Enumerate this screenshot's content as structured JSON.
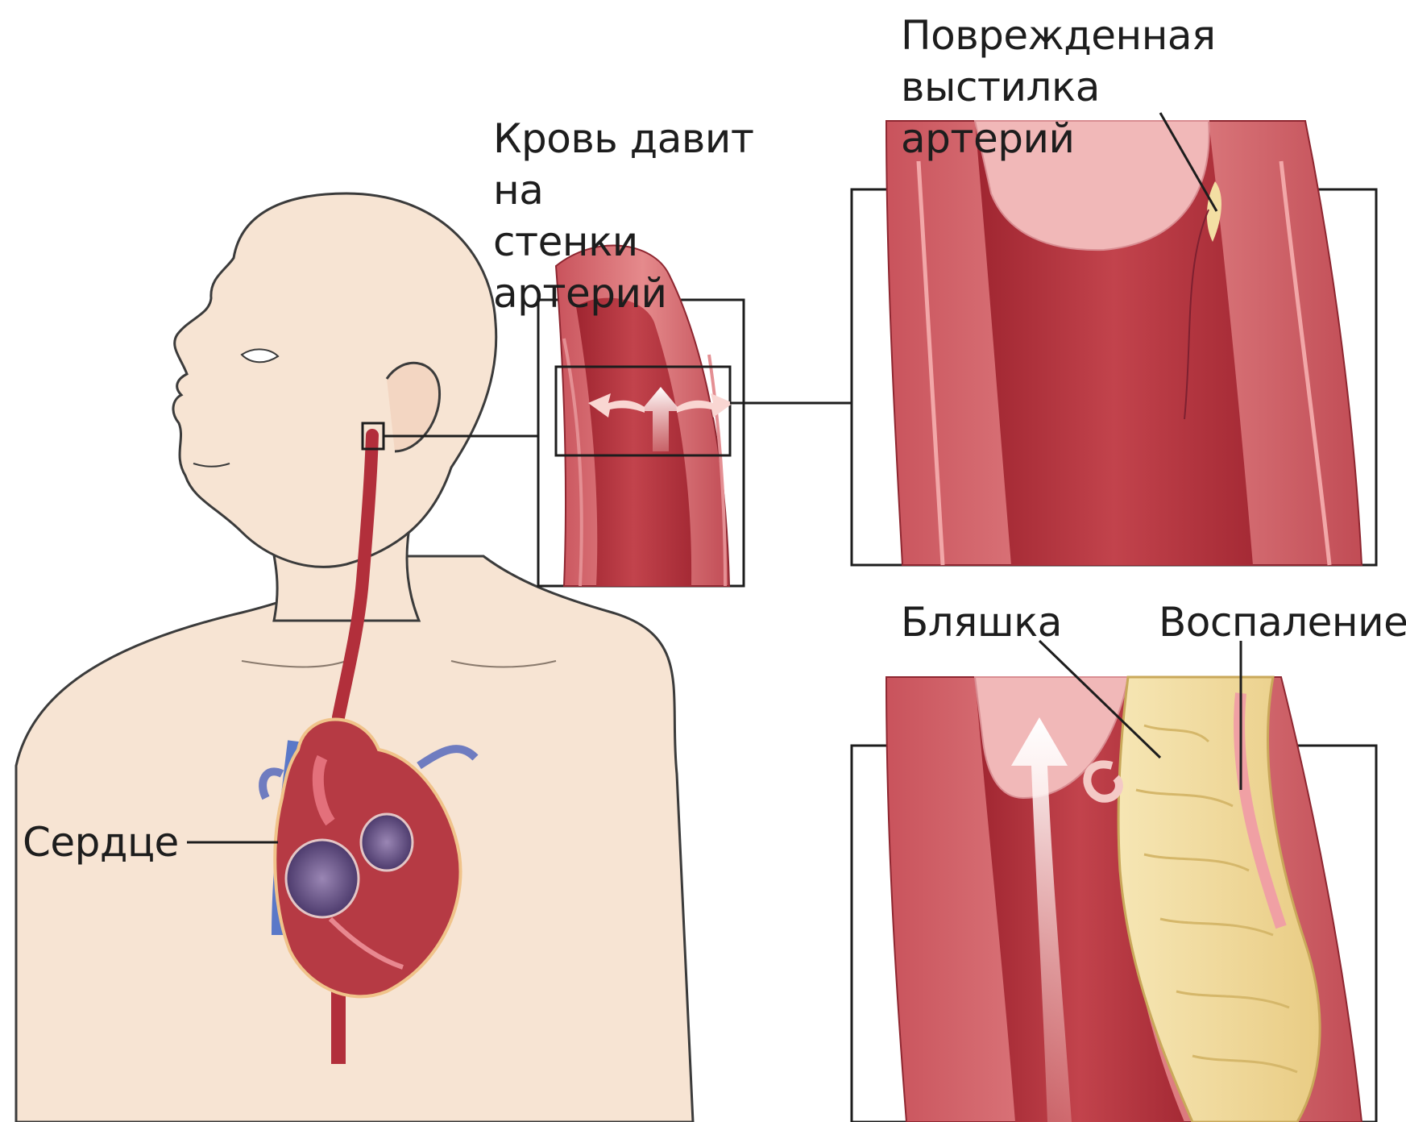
{
  "labels": {
    "heart": "Сердце",
    "blood_pressure": [
      "Кровь давит на",
      "стенки артерий"
    ],
    "damaged_lining": [
      "Поврежденная",
      "выстилка артерий"
    ],
    "plaque": "Бляшка",
    "inflammation": "Воспаление"
  },
  "colors": {
    "skin": "#f7e4d3",
    "skin_outline": "#3b3b3b",
    "artery_wall": "#d9686e",
    "artery_dark": "#b23a44",
    "artery_lumen": "#a82a34",
    "lining": "#f1b8b8",
    "plaque": "#f3dfa3",
    "vein": "#5a78c8",
    "frame": "#222222"
  },
  "icons": [
    "flow-arrow-icon",
    "pressure-arrow-icon"
  ]
}
